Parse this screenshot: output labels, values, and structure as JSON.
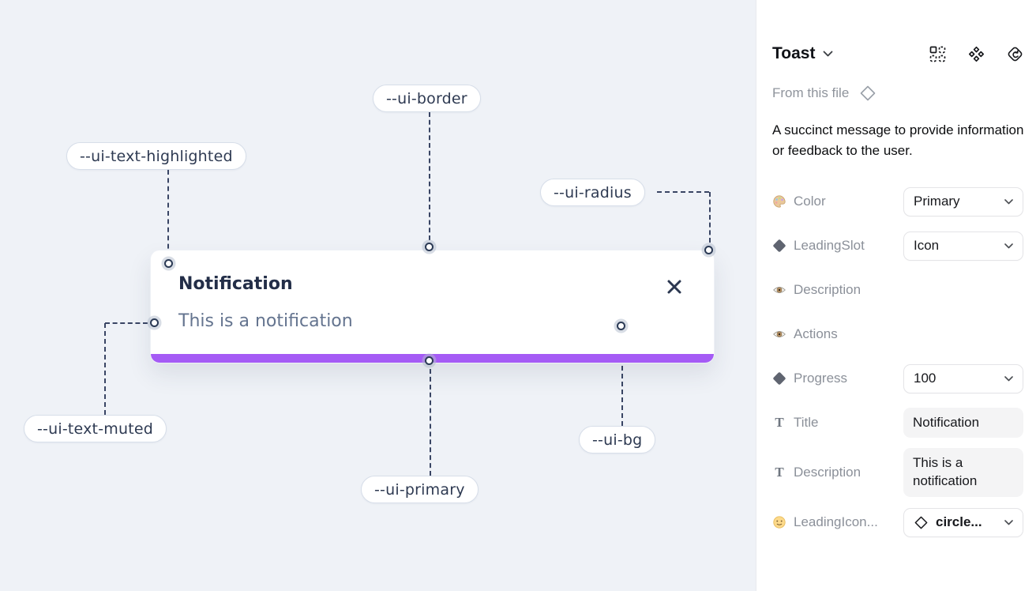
{
  "canvas": {
    "toast": {
      "title": "Notification",
      "description": "This is a notification"
    },
    "labels": [
      {
        "text": "--ui-border"
      },
      {
        "text": "--ui-text-highlighted"
      },
      {
        "text": "--ui-radius"
      },
      {
        "text": "--ui-text-muted"
      },
      {
        "text": "--ui-primary"
      },
      {
        "text": "--ui-bg"
      }
    ],
    "colors": {
      "primary_bar": "#a55bf5",
      "canvas_bg": "#eff2f7",
      "annotation_line": "#394564"
    }
  },
  "panel": {
    "title": "Toast",
    "source": "From this file",
    "description": "A succinct message to provide information or feedback to the user.",
    "properties": [
      {
        "icon": "palette-icon",
        "label": "Color",
        "control": "select",
        "value": "Primary"
      },
      {
        "icon": "diamond-icon",
        "label": "LeadingSlot",
        "control": "select",
        "value": "Icon"
      },
      {
        "icon": "eye-icon",
        "label": "Description",
        "control": "toggle",
        "value": true
      },
      {
        "icon": "eye-icon",
        "label": "Actions",
        "control": "toggle",
        "value": true
      },
      {
        "icon": "diamond-icon",
        "label": "Progress",
        "control": "select",
        "value": "100"
      },
      {
        "icon": "text-icon",
        "label": "Title",
        "control": "text",
        "value": "Notification"
      },
      {
        "icon": "text-icon",
        "label": "Description",
        "control": "text",
        "value": "This is a notification"
      },
      {
        "icon": "smiley-icon",
        "label": "LeadingIcon...",
        "control": "select-icon",
        "value": "circle..."
      }
    ],
    "colors": {
      "toggle_on": "#1e9ef5"
    }
  },
  "icons": {
    "text_glyph": "T"
  }
}
